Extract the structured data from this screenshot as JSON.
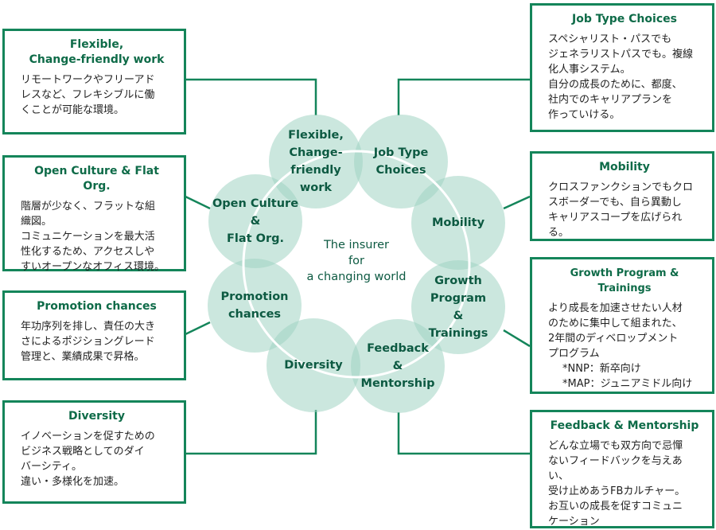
{
  "colors": {
    "border": "#14855a",
    "circle": "#a0d4c3",
    "title": "#0e6b48",
    "ring": "#ffffff"
  },
  "center_text": "The insurer\nfor\na changing world",
  "circles": [
    {
      "label": "Flexible,\nChange-\nfriendly\nwork"
    },
    {
      "label": "Job Type\nChoices"
    },
    {
      "label": "Mobility"
    },
    {
      "label": "Growth\nProgram\n&\nTrainings"
    },
    {
      "label": "Feedback\n&\nMentorship"
    },
    {
      "label": "Diversity"
    },
    {
      "label": "Promotion\nchances"
    },
    {
      "label": "Open Culture\n&\nFlat Org."
    }
  ],
  "boxes": {
    "flexible": {
      "title": "Flexible,\nChange-friendly work",
      "body": "リモートワークやフリーアド\nレスなど、フレキシブルに働\nくことが可能な環境。"
    },
    "open_culture": {
      "title": "Open Culture & Flat Org.",
      "body": "階層が少なく、フラットな組\n織図。\nコミュニケーションを最大活\n性化するため、アクセスしや\nすいオープンなオフィス環境。"
    },
    "promotion": {
      "title": "Promotion chances",
      "body": "年功序列を排し、責任の大き\nさによるポジショングレード\n管理と、業績成果で昇格。"
    },
    "diversity": {
      "title": "Diversity",
      "body": "イノベーションを促すための\nビジネス戦略としてのダイ\nバーシティ。\n違い・多様化を加速。"
    },
    "job_type": {
      "title": "Job Type Choices",
      "body": "スペシャリスト・パスでも\nジェネラリストパスでも。複線\n化人事システム。\n自分の成長のために、都度、\n社内でのキャリアプランを\n作っていける。"
    },
    "mobility": {
      "title": "Mobility",
      "body": "クロスファンクションでもクロ\nスボーダーでも、自ら異動し\nキャリアスコープを広げられる。"
    },
    "growth": {
      "title": "Growth Program & Trainings",
      "body": "より成長を加速させたい人材\nのために集中して組まれた、\n2年間のディベロップメント\nプログラム",
      "notes": "*NNP：新卒向け\n*MAP：ジュニアミドル向け"
    },
    "feedback": {
      "title": "Feedback & Mentorship",
      "body": "どんな立場でも双方向で忌憚\nないフィードバックを与えあい、\n受け止めあうFBカルチャー。\nお互いの成長を促すコミュニ\nケーション"
    }
  }
}
